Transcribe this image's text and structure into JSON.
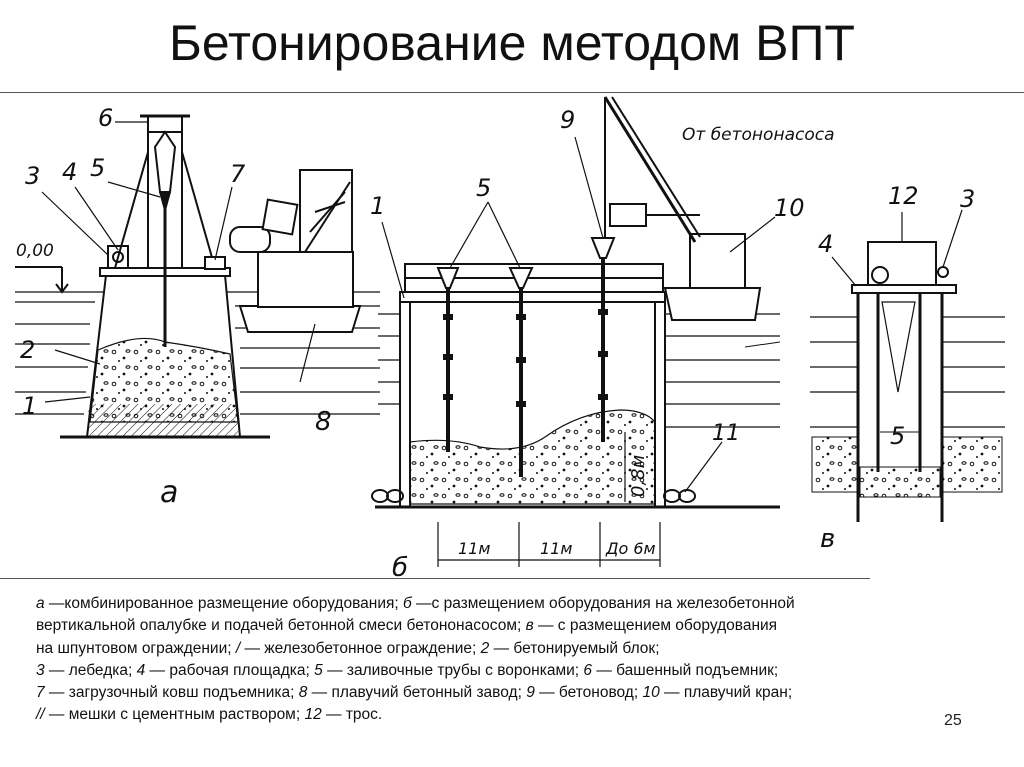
{
  "title": "Бетонирование методом ВПТ",
  "figure": {
    "level_label": "0,00",
    "a_labels": [
      "6",
      "3",
      "4",
      "5",
      "7",
      "2",
      "1",
      "8"
    ],
    "a_letter": "а",
    "b_labels": [
      "1",
      "5",
      "9",
      "10",
      "11",
      "0,8м"
    ],
    "b_pump_note": "От бетононасоса",
    "b_dims": [
      "11м",
      "11м",
      "До 6м"
    ],
    "b_letter": "б",
    "v_labels": [
      "12",
      "3",
      "4",
      "5"
    ],
    "v_letter": "в"
  },
  "caption": {
    "l1": {
      "a": "а",
      "a_t": " —комбинированное размещение оборудования; ",
      "b": "б",
      "b_t": " —с размещением оборудования на железобетонной"
    },
    "l2": {
      "t1": "вертикальной опалубке и подачей бетонной смеси бетононасосом; ",
      "v": "в",
      "t2": " — с размещением оборудования"
    },
    "l3": {
      "t1": "на шпунтовом ограждении; ",
      "k1": "/",
      "t2": " — железобетонное ограждение; ",
      "k2": "2",
      "t3": " — бетонируемый блок;"
    },
    "l4": {
      "k3": "3",
      "t3": " — лебедка; ",
      "k4": "4",
      "t4": " — рабочая площадка; ",
      "k5": "5",
      "t5": " — заливочные трубы с воронками; ",
      "k6": "6",
      "t6": " — башенный подъемник;"
    },
    "l5": {
      "k7": "7",
      "t7": " — загрузочный ковш подъемника; ",
      "k8": "8",
      "t8": " — плавучий бетонный завод; ",
      "k9": "9",
      "t9": " — бетоновод; ",
      "k10": "10",
      "t10": " — плавучий кран;"
    },
    "l6": {
      "k11": "//",
      "t11": " — мешки с цементным раствором; ",
      "k12": "12",
      "t12": " — трос."
    }
  },
  "page_number": "25"
}
